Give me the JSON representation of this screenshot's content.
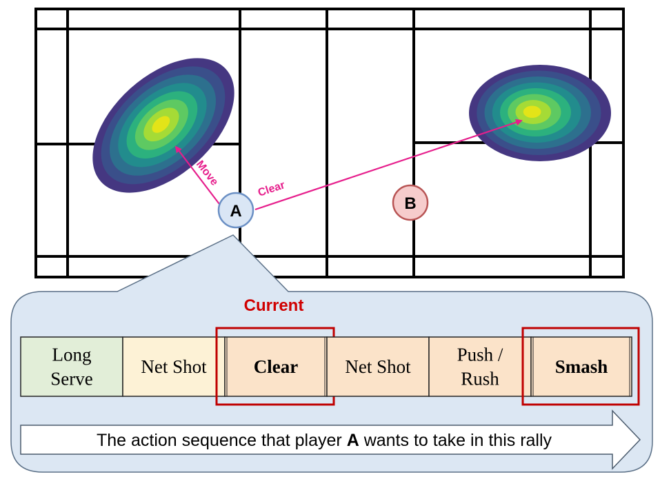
{
  "players": {
    "a": {
      "label": "A",
      "fill": "#dae6f5",
      "stroke": "#6a8fc4"
    },
    "b": {
      "label": "B",
      "fill": "#f6cccc",
      "stroke": "#b85454"
    }
  },
  "arrows": {
    "move_label": "Move",
    "clear_label": "Clear",
    "color": "#e61e8c"
  },
  "panel": {
    "current_label": "Current",
    "current_color": "#d00000",
    "highlight_color": "#c00000",
    "fill": "#dce7f3",
    "stroke": "#5a6f86"
  },
  "sequence": [
    {
      "lines": [
        "Long",
        "Serve"
      ],
      "bold": false,
      "fill": "#e2eed8",
      "highlighted": false
    },
    {
      "lines": [
        "Net Shot"
      ],
      "bold": false,
      "fill": "#fdf2d6",
      "highlighted": false
    },
    {
      "lines": [
        "Clear"
      ],
      "bold": true,
      "fill": "#fbe3c9",
      "highlighted": true
    },
    {
      "lines": [
        "Net Shot"
      ],
      "bold": false,
      "fill": "#fbe3c9",
      "highlighted": false
    },
    {
      "lines": [
        "Push /",
        "Rush"
      ],
      "bold": false,
      "fill": "#fbe3c9",
      "highlighted": false
    },
    {
      "lines": [
        "Smash"
      ],
      "bold": true,
      "fill": "#fbe3c9",
      "highlighted": true
    }
  ],
  "caption": {
    "before": "The action sequence that player ",
    "bold": "A",
    "after": " wants to take in this rally"
  },
  "heatmap_colors": [
    "#453781",
    "#3a4f8a",
    "#2d708e",
    "#228c8d",
    "#2cb17e",
    "#5ec962",
    "#a5db36",
    "#e3e418"
  ]
}
